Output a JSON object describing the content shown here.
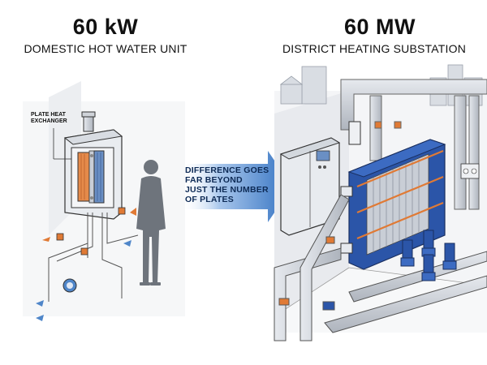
{
  "left": {
    "power": "60 kW",
    "title": "DOMESTIC HOT WATER UNIT",
    "exchanger_label_line1": "PLATE HEAT",
    "exchanger_label_line2": "EXCHANGER"
  },
  "right": {
    "power": "60 MW",
    "title": "DISTRICT HEATING SUBSTATION"
  },
  "arrow": {
    "lines": [
      "DIFFERENCE GOES",
      "FAR BEYOND",
      "JUST THE NUMBER",
      "OF PLATES"
    ]
  },
  "colors": {
    "ink": "#222222",
    "arrow_blue": "#2f6fc0",
    "exchanger_blue": "#2b55a8",
    "hot_orange": "#e07a35",
    "cold_blue": "#4f86c9",
    "pipe_grey": "#c9ced6",
    "person_grey": "#6e747c"
  },
  "icons": [
    "plate-heat-exchanger-icon",
    "person-silhouette-icon",
    "pump-icon",
    "valve-icon",
    "control-cabinet-icon",
    "city-buildings-icon"
  ]
}
